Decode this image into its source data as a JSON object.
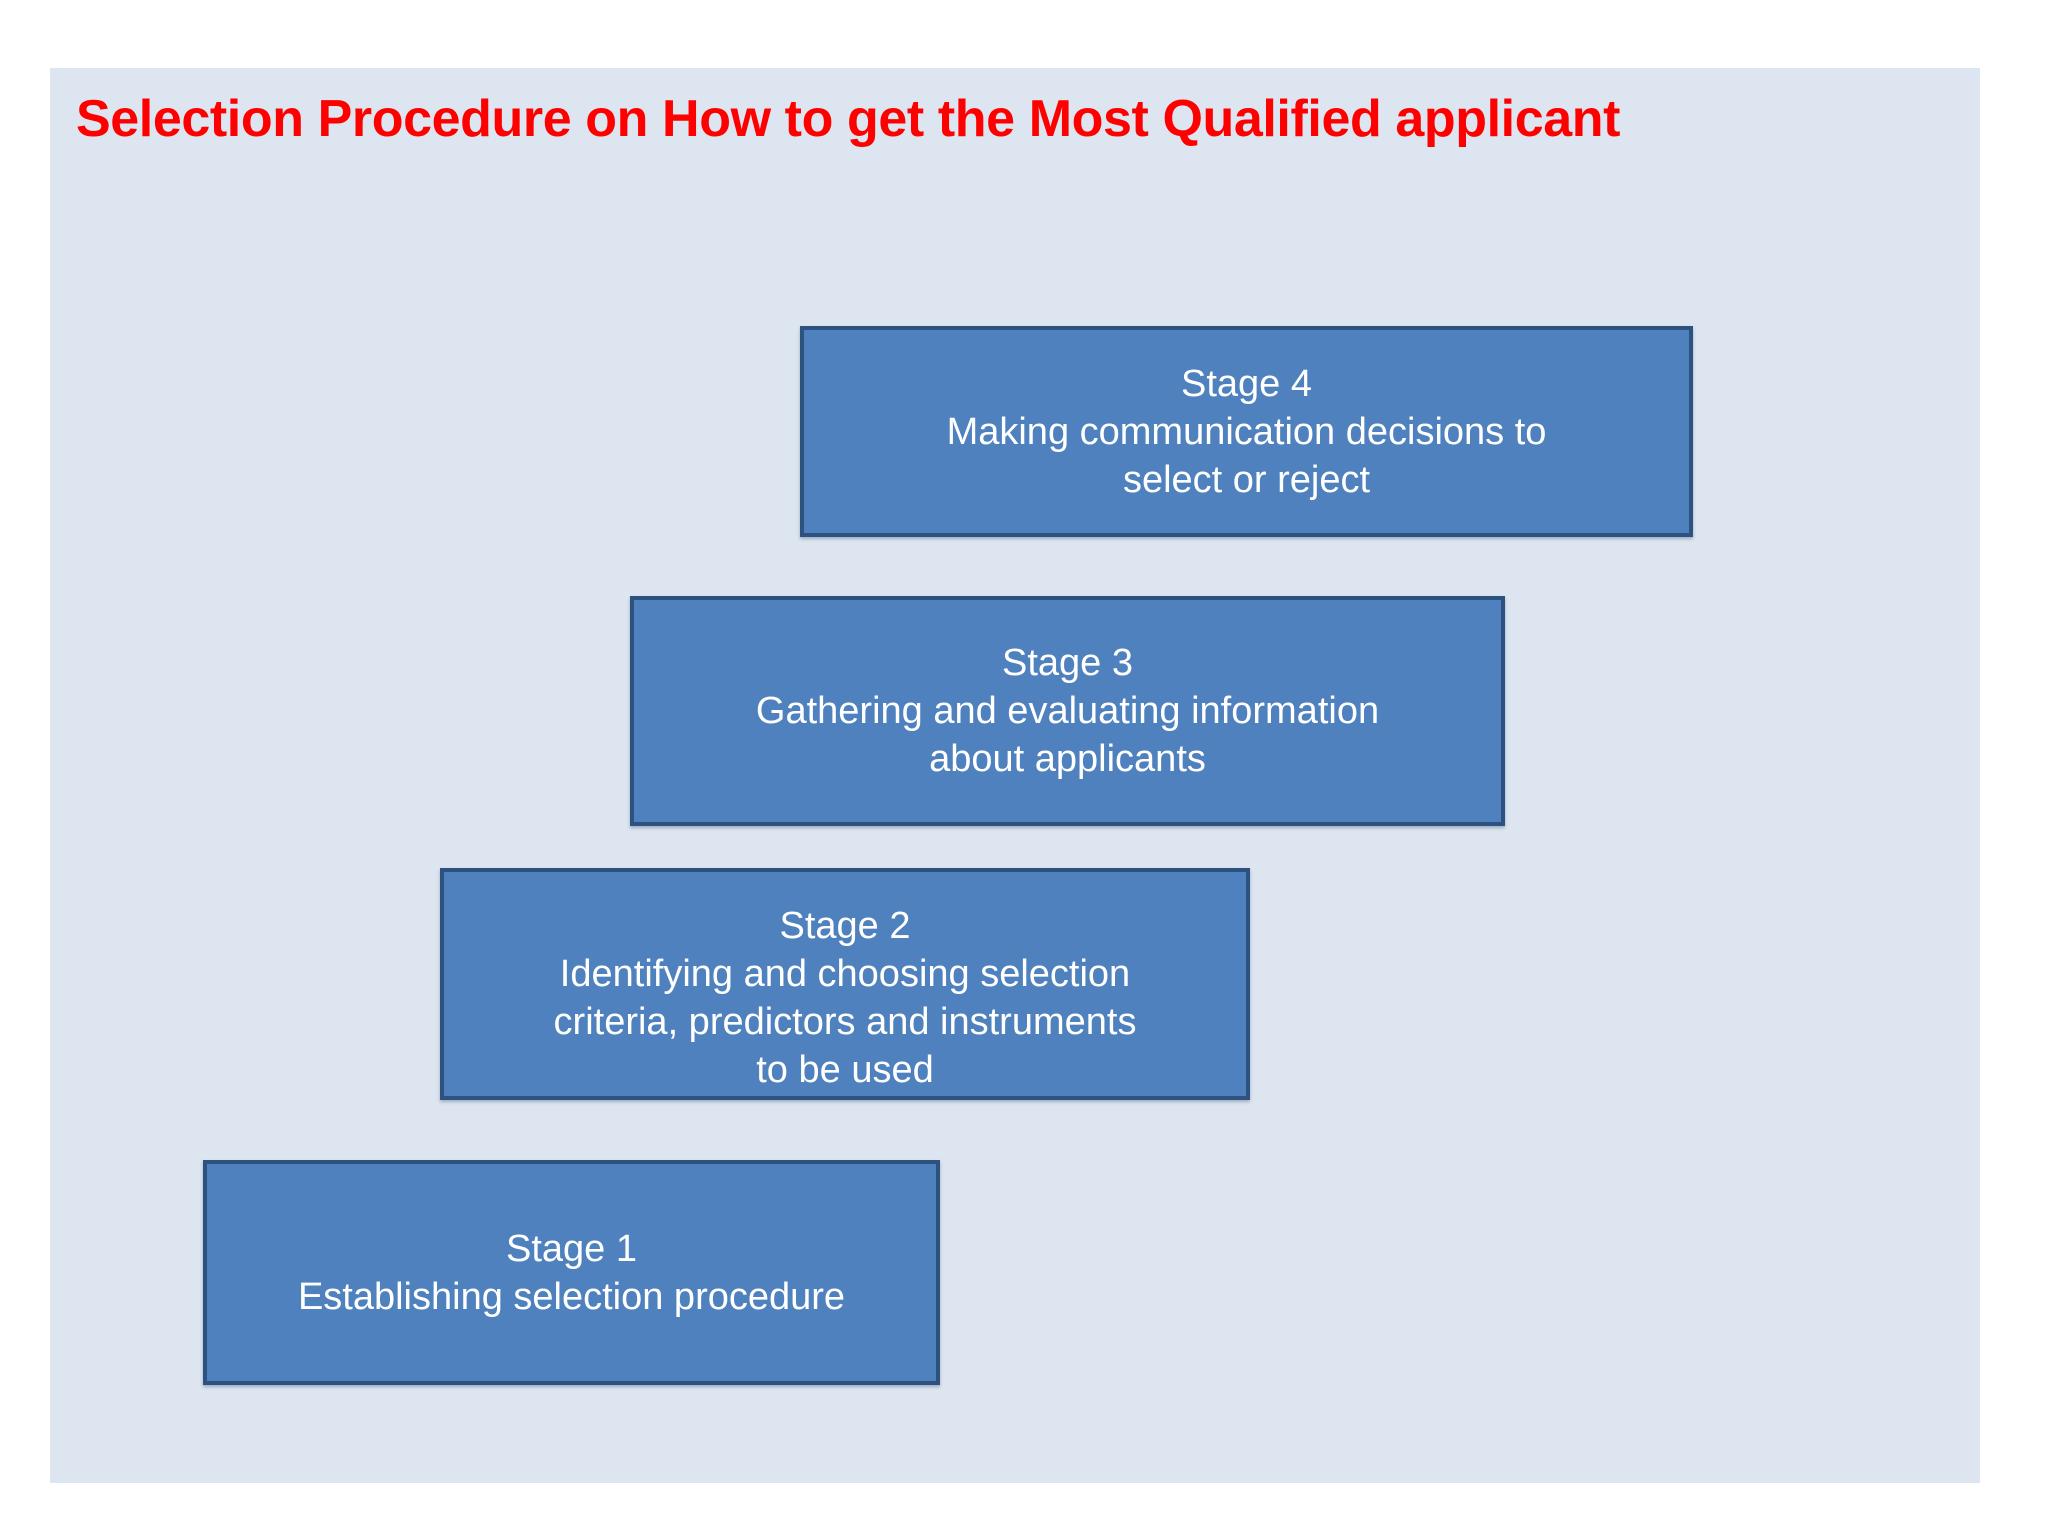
{
  "slide": {
    "title": "Selection Procedure on How to get the Most Qualified applicant",
    "background_color": "#dde5f0",
    "title_color": "#ff0000",
    "box_fill_color": "#4e81bd",
    "box_border_color": "#2e5280",
    "box_text_color": "#ffffff"
  },
  "stages": [
    {
      "id": "stage-4",
      "heading": "Stage 4",
      "lines": [
        "Making communication decisions to",
        "select or reject"
      ]
    },
    {
      "id": "stage-3",
      "heading": "Stage 3",
      "lines": [
        "Gathering and evaluating information",
        "about applicants"
      ]
    },
    {
      "id": "stage-2",
      "heading": "Stage 2",
      "lines": [
        "Identifying and choosing selection",
        "criteria, predictors and instruments",
        "to be used"
      ]
    },
    {
      "id": "stage-1",
      "heading": "Stage 1",
      "lines": [
        "Establishing selection procedure"
      ]
    }
  ]
}
